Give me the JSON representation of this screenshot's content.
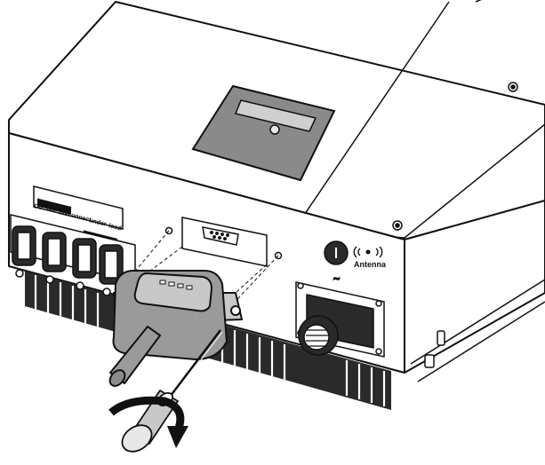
{
  "labels": {
    "antenna": "Antenna",
    "ac_symbol": "~",
    "warning_words": [
      "Do",
      "not",
      "disconnect",
      "under",
      "load"
    ]
  },
  "colors": {
    "line": "#111111",
    "display_panel": "#8a8a8a",
    "display_window": "#cfcfcf",
    "dongle_body": "#9a9a9a",
    "dongle_face": "#c8c8c8",
    "heatsink": "#2a2a2a",
    "background": "#ffffff"
  },
  "icons": [
    "wifi-antenna-icon",
    "rotation-arrow-icon",
    "screw-icon"
  ]
}
